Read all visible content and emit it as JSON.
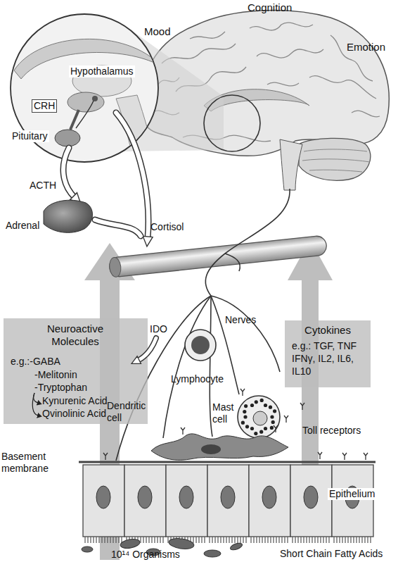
{
  "diagram": {
    "nodes": [
      {
        "text": [
          "Neuroactive Molecules",
          "e.g.:-GABA",
          "-Melitonin",
          "-Tryptophan",
          "Kynurenic Acid",
          "Qvinolinic Acid"
        ]
      },
      {
        "text": [
          "Cytokines",
          "e.g.: TGF, TNF IFNγ, IL2, IL6, IL10"
        ]
      }
    ],
    "labels": [
      "Cognition",
      "Mood",
      "Emotion",
      "Hypothalamus",
      "CRH",
      "Pituitary",
      "ACTH",
      "Adrenal",
      "Cortisol",
      "IDO",
      "Nerves",
      "Lymphocyte",
      "Dendritic cell",
      "Mast cell",
      "Toll receptors",
      "Basement membrane",
      "Epithelium",
      "Short Chain Fatty Acids",
      "10¹⁴ Organisms"
    ]
  }
}
